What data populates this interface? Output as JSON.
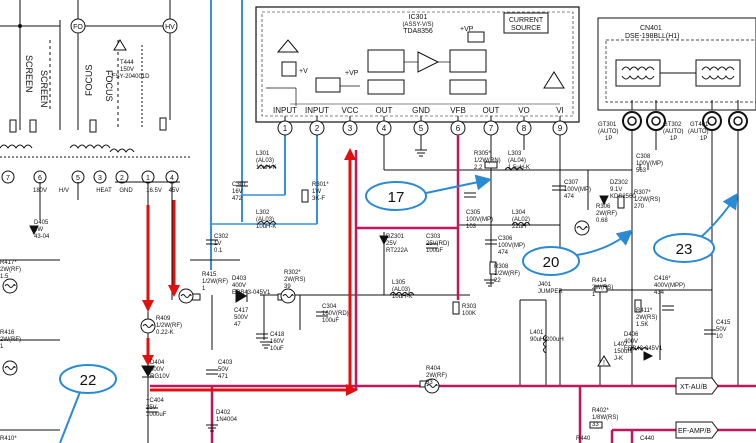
{
  "top_left": {
    "screen_label": "SCREEN",
    "focus_label": "FOCUS",
    "fo_label": "FO",
    "hv_label": "HV",
    "transformer_ref": "T444",
    "transformer_spec": "150V",
    "transformer_part": "FSY-204001D"
  },
  "fbt_pins": {
    "numbers": [
      "7",
      "6",
      "5",
      "3",
      "2",
      "1",
      "4"
    ],
    "labels": [
      "180V",
      "H/V",
      "HEAT",
      "GND",
      "16.5V",
      "45V"
    ]
  },
  "ic301": {
    "ref": "IC301",
    "function": "(ASSY-V/S)",
    "part": "TDA8356",
    "vp": "+VP",
    "current_source": [
      "CURRENT",
      "SOURCE"
    ],
    "pin_labels": [
      "INPUT",
      "INPUT",
      "VCC",
      "OUT",
      "GND",
      "VFB",
      "OUT",
      "VO",
      "VI"
    ],
    "pin_numbers": [
      "1",
      "2",
      "3",
      "4",
      "5",
      "6",
      "7",
      "8",
      "9"
    ],
    "inner_vp": "+VP",
    "inner_v": "+V"
  },
  "right_box": {
    "ref": "CN401",
    "part": "DSE-198BLL(H1)"
  },
  "jacks": [
    {
      "ref": "GT301",
      "sub": "(AUTO)",
      "pin": "1P"
    },
    {
      "ref": "GT302",
      "sub": "(AUTO)",
      "pin": "1P"
    },
    {
      "ref": "GT401",
      "sub": "(AUTO)",
      "pin": "1P"
    }
  ],
  "components": [
    {
      "id": "L301",
      "lines": [
        "L301",
        "(AL03)",
        "10uH-K"
      ]
    },
    {
      "id": "C301",
      "lines": [
        "C301",
        "16V",
        "472"
      ]
    },
    {
      "id": "R301",
      "lines": [
        "R301*",
        "1W",
        "3K-F"
      ]
    },
    {
      "id": "L302",
      "lines": [
        "L302",
        "(AL03)",
        "10uH-K"
      ]
    },
    {
      "id": "C302",
      "lines": [
        "C302",
        "1V",
        "0.1"
      ]
    },
    {
      "id": "R305",
      "lines": [
        "R305*",
        "1/2W(RN)",
        "2.2"
      ]
    },
    {
      "id": "L303",
      "lines": [
        "L303",
        "(AL04)",
        "1.5uH-K"
      ]
    },
    {
      "id": "C308",
      "lines": [
        "C308",
        "100V(MP)",
        "563"
      ]
    },
    {
      "id": "C307",
      "lines": [
        "C307",
        "100V(MP)",
        "474"
      ]
    },
    {
      "id": "D302",
      "lines": [
        "DZ302",
        "9.1V",
        "KDS2560"
      ]
    },
    {
      "id": "R307",
      "lines": [
        "R307*",
        "1/2W(RS)",
        "270"
      ]
    },
    {
      "id": "R306",
      "lines": [
        "R306",
        "2W(RF)",
        "0.68"
      ]
    },
    {
      "id": "C305",
      "lines": [
        "C305",
        "100V(MP)",
        "103"
      ]
    },
    {
      "id": "L304",
      "lines": [
        "L304",
        "(AL02)",
        "22uH"
      ]
    },
    {
      "id": "C306",
      "lines": [
        "C306",
        "100V(MP)",
        "474"
      ]
    },
    {
      "id": "R308",
      "lines": [
        "R308",
        "1/2W(RF)",
        "22"
      ]
    },
    {
      "id": "DZ301",
      "lines": [
        "DZ301",
        "25V",
        "RT222A"
      ]
    },
    {
      "id": "C303",
      "lines": [
        "C303",
        "25V(RD)",
        "100uF"
      ]
    },
    {
      "id": "L305",
      "lines": [
        "L305",
        "(AL03)",
        "10uH-K"
      ]
    },
    {
      "id": "R303",
      "lines": [
        "R303",
        "100K"
      ]
    },
    {
      "id": "R415",
      "lines": [
        "R415",
        "1/2W(RF)",
        "1"
      ]
    },
    {
      "id": "D403",
      "lines": [
        "D403",
        "400V",
        "ERB43-045V1"
      ]
    },
    {
      "id": "R302",
      "lines": [
        "R302*",
        "2W(RS)",
        "39"
      ]
    },
    {
      "id": "C304",
      "lines": [
        "C304",
        "160V(RD)",
        "100uF"
      ]
    },
    {
      "id": "C417",
      "lines": [
        "C417",
        "500V",
        "47"
      ]
    },
    {
      "id": "C418",
      "lines": [
        "C418",
        "160V",
        "10uF"
      ]
    },
    {
      "id": "R409",
      "lines": [
        "R409",
        "1/2W(RF)",
        "0.22-K"
      ]
    },
    {
      "id": "D404",
      "lines": [
        "D404",
        "400V",
        "RG10V"
      ]
    },
    {
      "id": "C403",
      "lines": [
        "C403",
        "50V",
        "471"
      ]
    },
    {
      "id": "C404",
      "lines": [
        "+C404",
        "25V",
        "1000uF"
      ]
    },
    {
      "id": "D402",
      "lines": [
        "D402",
        "1N4004"
      ]
    },
    {
      "id": "R417",
      "lines": [
        "R417*",
        "2W(RF)",
        "1.5"
      ]
    },
    {
      "id": "D405",
      "lines": [
        "D405",
        "1W",
        "43-04"
      ]
    },
    {
      "id": "R416",
      "lines": [
        "R416",
        "2W(RF)",
        "1"
      ]
    },
    {
      "id": "R410",
      "lines": [
        "R410*",
        "2W(RF)"
      ]
    },
    {
      "id": "J401",
      "lines": [
        "J401",
        "JUMPER"
      ]
    },
    {
      "id": "R414",
      "lines": [
        "R414",
        "2W(RS)",
        "1"
      ]
    },
    {
      "id": "C416",
      "lines": [
        "C416*",
        "400V(MPP)",
        "434"
      ]
    },
    {
      "id": "R411",
      "lines": [
        "R411*",
        "2W(RS)",
        "1.5K"
      ]
    },
    {
      "id": "D406",
      "lines": [
        "D406",
        "400V",
        "ERB43-045V1"
      ]
    },
    {
      "id": "L401",
      "lines": [
        "L401",
        "90uH/200uH"
      ]
    },
    {
      "id": "L402",
      "lines": [
        "L402",
        "150uH",
        "J-K"
      ]
    },
    {
      "id": "C415",
      "lines": [
        "C415",
        "50V",
        "10"
      ]
    },
    {
      "id": "R404",
      "lines": [
        "R404",
        "2W(RF)",
        "33"
      ]
    },
    {
      "id": "R402",
      "lines": [
        "R402*",
        "1/8W(RS)",
        "33"
      ]
    },
    {
      "id": "R440",
      "lines": [
        "R440"
      ]
    },
    {
      "id": "C440",
      "lines": [
        "C440"
      ]
    }
  ],
  "net_labels": [
    "XT-AU/B",
    "EF-AMP/B"
  ],
  "callouts": [
    "17",
    "20",
    "22",
    "23"
  ],
  "colors": {
    "wire": "#111111",
    "supply_net": "#c2185b",
    "signal_net": "#3a8fd6",
    "highlight": "#e01010",
    "callout": "#2a8ad4"
  }
}
